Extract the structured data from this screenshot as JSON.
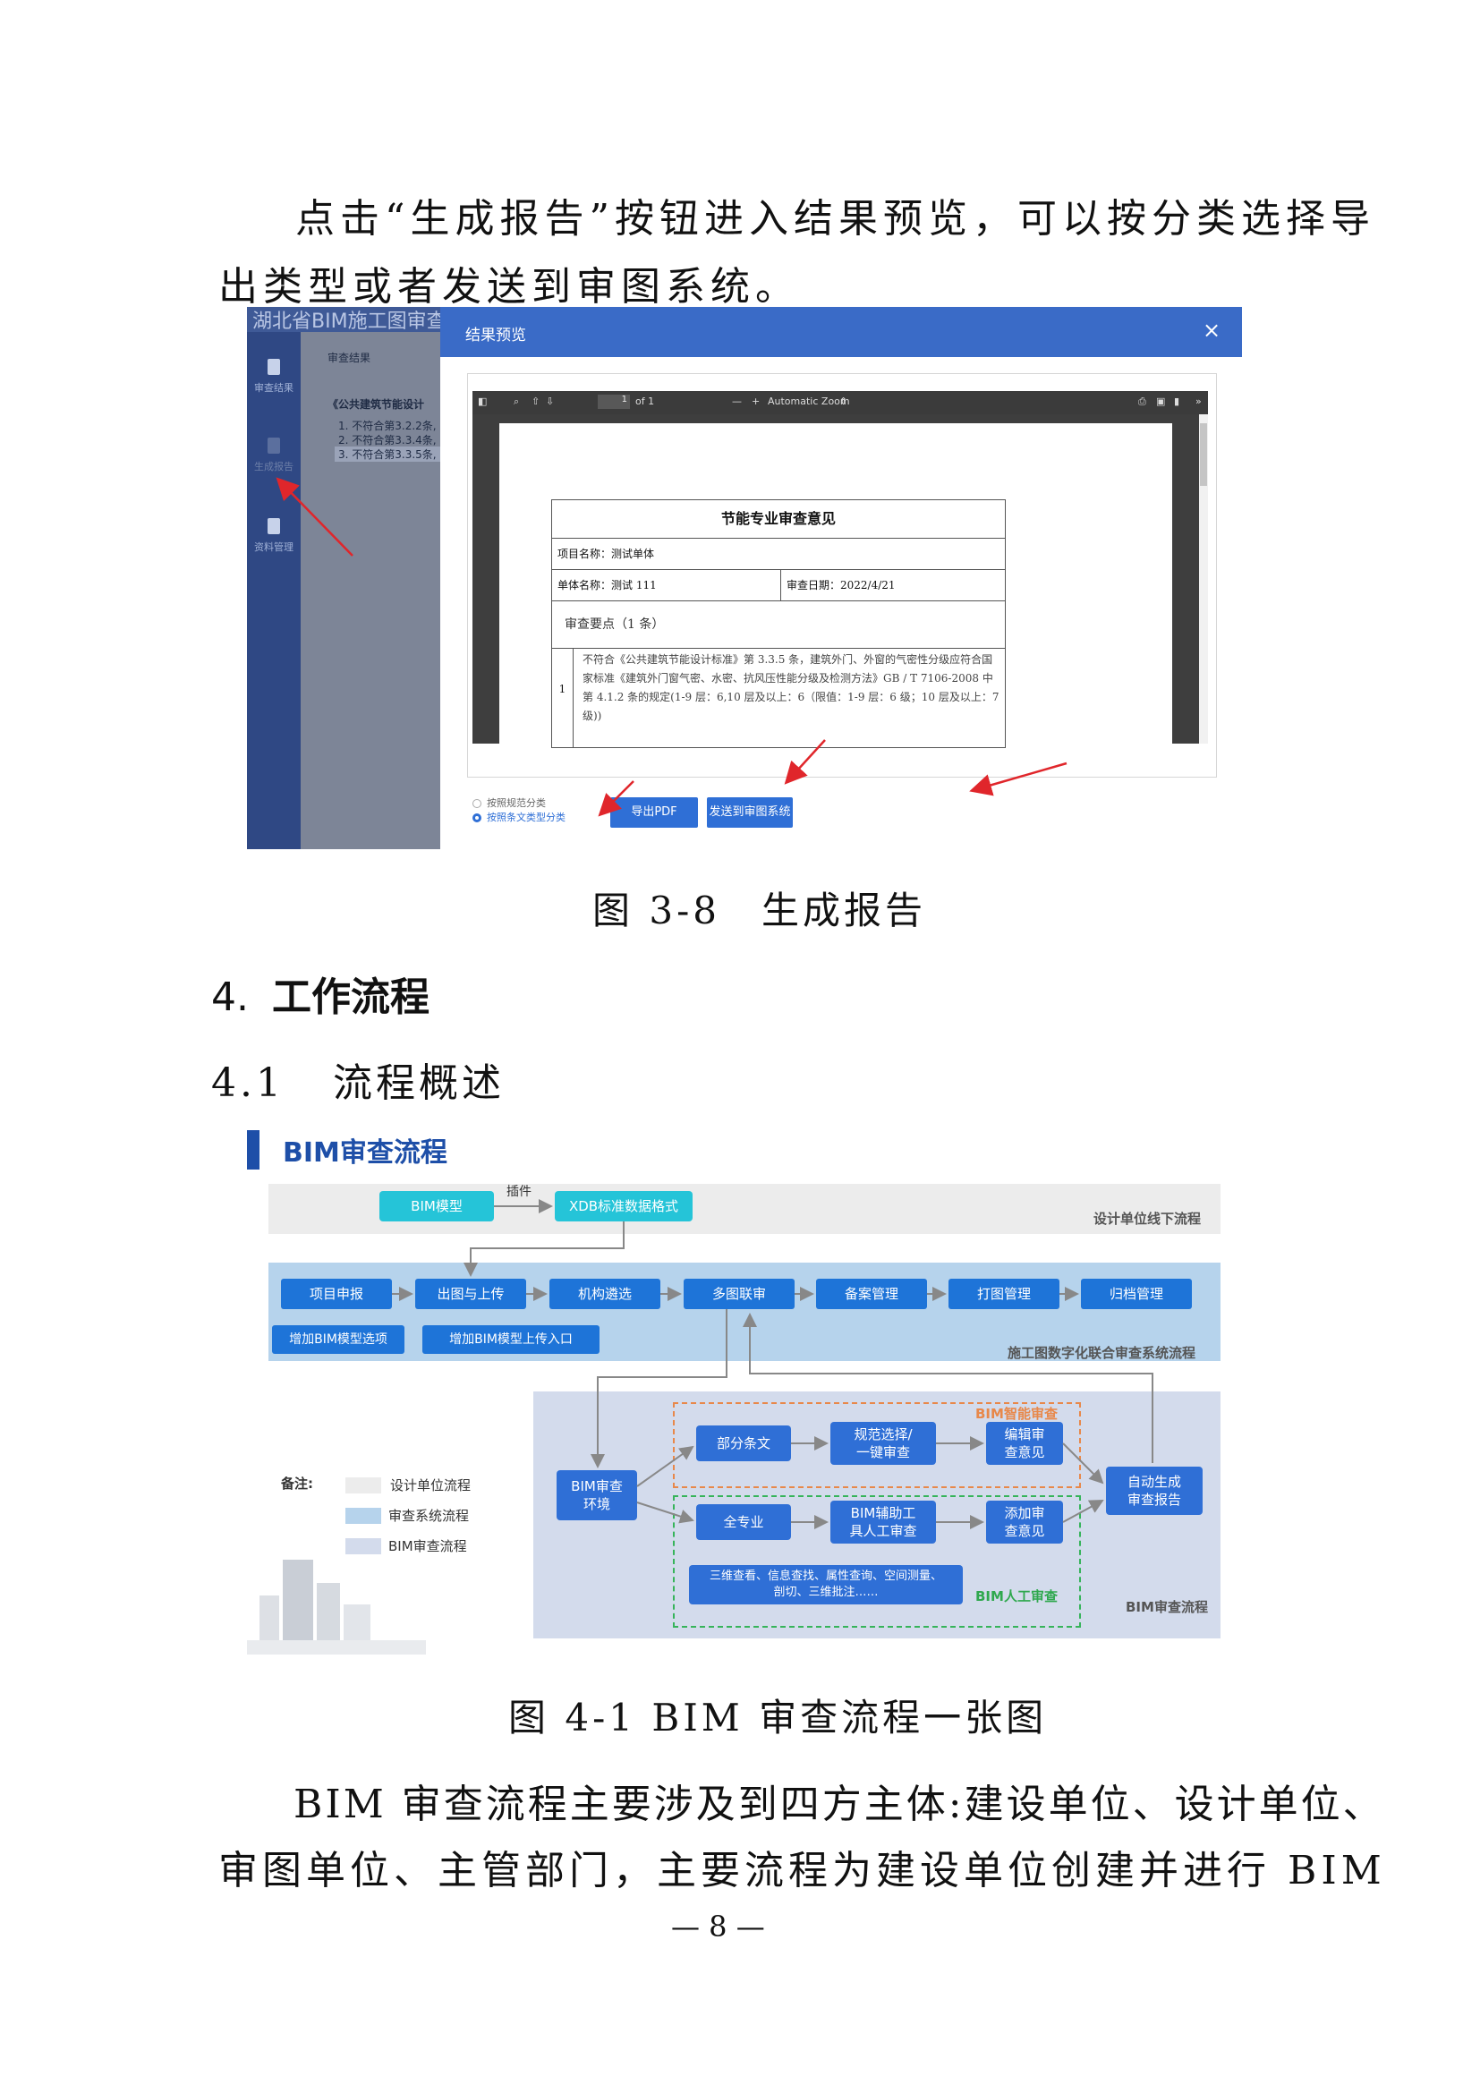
{
  "intro_paragraph": {
    "line1": "点击“生成报告”按钮进入结果预览，可以按分类选择导",
    "line2": "出类型或者发送到审图系统。"
  },
  "figure_3_8": {
    "caption": "图 3-8　生成报告",
    "app": {
      "window_title": "湖北省BIM施工图审查",
      "sidebar": {
        "items": [
          {
            "label": "审查结果",
            "icon": "document-icon"
          },
          {
            "label": "生成报告",
            "icon": "report-icon"
          },
          {
            "label": "资料管理",
            "icon": "folder-icon"
          }
        ]
      },
      "left_panel": {
        "tab": "审查结果",
        "group": "《公共建筑节能设计",
        "items": [
          "1. 不符合第3.2.2条,",
          "2. 不符合第3.3.4条,",
          "3. 不符合第3.3.5条,"
        ]
      },
      "dialog": {
        "title": "结果预览",
        "close": "×",
        "pdf_toolbar": {
          "page_value": "1",
          "page_of": "of 1",
          "zoom": "Automatic Zoom",
          "minus": "—",
          "plus": "+",
          "more": "»"
        },
        "document": {
          "title": "节能专业审查意见",
          "project_label": "项目名称：测试单体",
          "unit_label": "单体名称：测试 111",
          "date_label": "审查日期：2022/4/21",
          "points_label": "审查要点（1 条）",
          "item_number": "1",
          "item_text": "不符合《公共建筑节能设计标准》第 3.3.5 条，建筑外门、外窗的气密性分级应符合国家标准《建筑外门窗气密、水密、抗风压性能分级及检测方法》GB / T 7106-2008 中第 4.1.2 条的规定(1-9 层：6,10 层及以上：6（限值：1-9 层：6 级；10 层及以上：7 级))"
        },
        "options": [
          {
            "label": "按照规范分类",
            "selected": false
          },
          {
            "label": "按照条文类型分类",
            "selected": true
          }
        ],
        "buttons": {
          "export_pdf": "导出PDF",
          "send": "发送到审图系统"
        }
      }
    }
  },
  "section4": {
    "heading_number": "4.",
    "heading_text": "工作流程",
    "sub_number": "4.1",
    "sub_text": "流程概述"
  },
  "figure_4_1": {
    "caption": "图 4-1 BIM 审查流程一张图",
    "flow": {
      "title": "BIM审查流程",
      "offline": {
        "model": "BIM模型",
        "plugin": "插件",
        "xdb": "XDB标准数据格式",
        "lane_label": "设计单位线下流程"
      },
      "system": {
        "steps": [
          "项目申报",
          "出图与上传",
          "机构遴选",
          "多图联审",
          "备案管理",
          "打图管理",
          "归档管理"
        ],
        "extra1": "增加BIM模型选项",
        "extra2": "增加BIM模型上传入口",
        "lane_label": "施工图数字化联合审查系统流程"
      },
      "bim": {
        "env": "BIM审查\n环境",
        "smart_tag": "BIM智能审查",
        "manual_tag": "BIM人工审查",
        "partial": "部分条文",
        "select": "规范选择/\n一键审查",
        "edit": "编辑审\n查意见",
        "all": "全专业",
        "assist": "BIM辅助工\n具人工审查",
        "add": "添加审\n查意见",
        "tools": "三维查看、信息查找、属性查询、空间测量、\n剖切、三维批注……",
        "auto": "自动生成\n审查报告",
        "lane_label": "BIM审查流程"
      },
      "legend": {
        "title": "备注:",
        "items": [
          {
            "label": "设计单位流程",
            "color": "#ececec"
          },
          {
            "label": "审查系统流程",
            "color": "#b6d3ec"
          },
          {
            "label": "BIM审查流程",
            "color": "#d3dbec"
          }
        ]
      }
    }
  },
  "closing_paragraph": {
    "line1": "BIM 审查流程主要涉及到四方主体:建设单位、设计单位、",
    "line2": "审图单位、主管部门，主要流程为建设单位创建并进行 BIM"
  },
  "page_number": "— 8 —",
  "colors": {
    "accent": "#2f6fd6",
    "arrow": "#e0262b",
    "cyan": "#25c4d8"
  }
}
